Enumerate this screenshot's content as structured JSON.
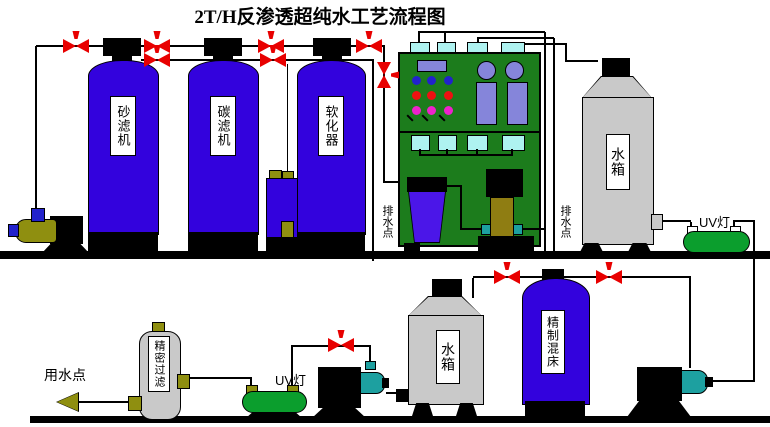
{
  "title": "2T/H反渗透超纯水工艺流程图",
  "labels": {
    "sand_filter": "砂滤机",
    "carbon_filter": "碳滤机",
    "softener": "软化器",
    "water_tank_upper": "水箱",
    "drain_left": "排水点",
    "drain_right": "排水点",
    "uv_lamp_upper": "UV灯",
    "precision_filter": "精密过滤",
    "use_point": "用水点",
    "uv_lamp_lower": "UV灯",
    "water_tank_lower": "水箱",
    "mixed_bed": "精制混床"
  },
  "colors": {
    "tank_blue": "#3302dd",
    "panel_green": "#1c7c1c",
    "port_cyan": "#aef2f0",
    "periwinkle": "#8585da",
    "gray_tank": "#c9c9c9",
    "olive": "#8f8f10",
    "uv_green": "#0b9e2d",
    "teal": "#1da0a0",
    "valve_red": "#e80000",
    "dot_blue": "#2222cc",
    "dot_red": "#ee1111",
    "dot_magenta": "#ee22cc",
    "cartridge_blue": "#4b16e8",
    "khaki_pump": "#8f7d12",
    "fitting_blue": "#2222cc"
  }
}
